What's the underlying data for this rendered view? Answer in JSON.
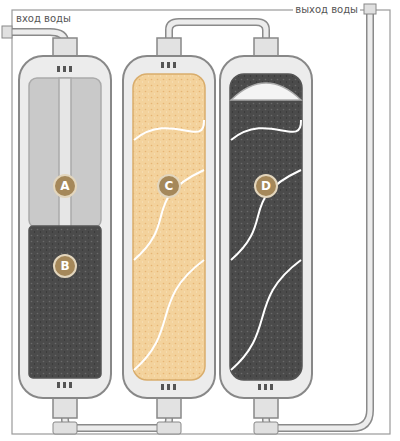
{
  "diagram": {
    "nodes": [
      {
        "text": [
          "A"
        ]
      },
      {
        "text": [
          "B"
        ]
      },
      {
        "text": [
          "C"
        ]
      },
      {
        "text": [
          "D"
        ]
      }
    ],
    "labels": [
      "вход воды",
      "выход воды"
    ]
  }
}
